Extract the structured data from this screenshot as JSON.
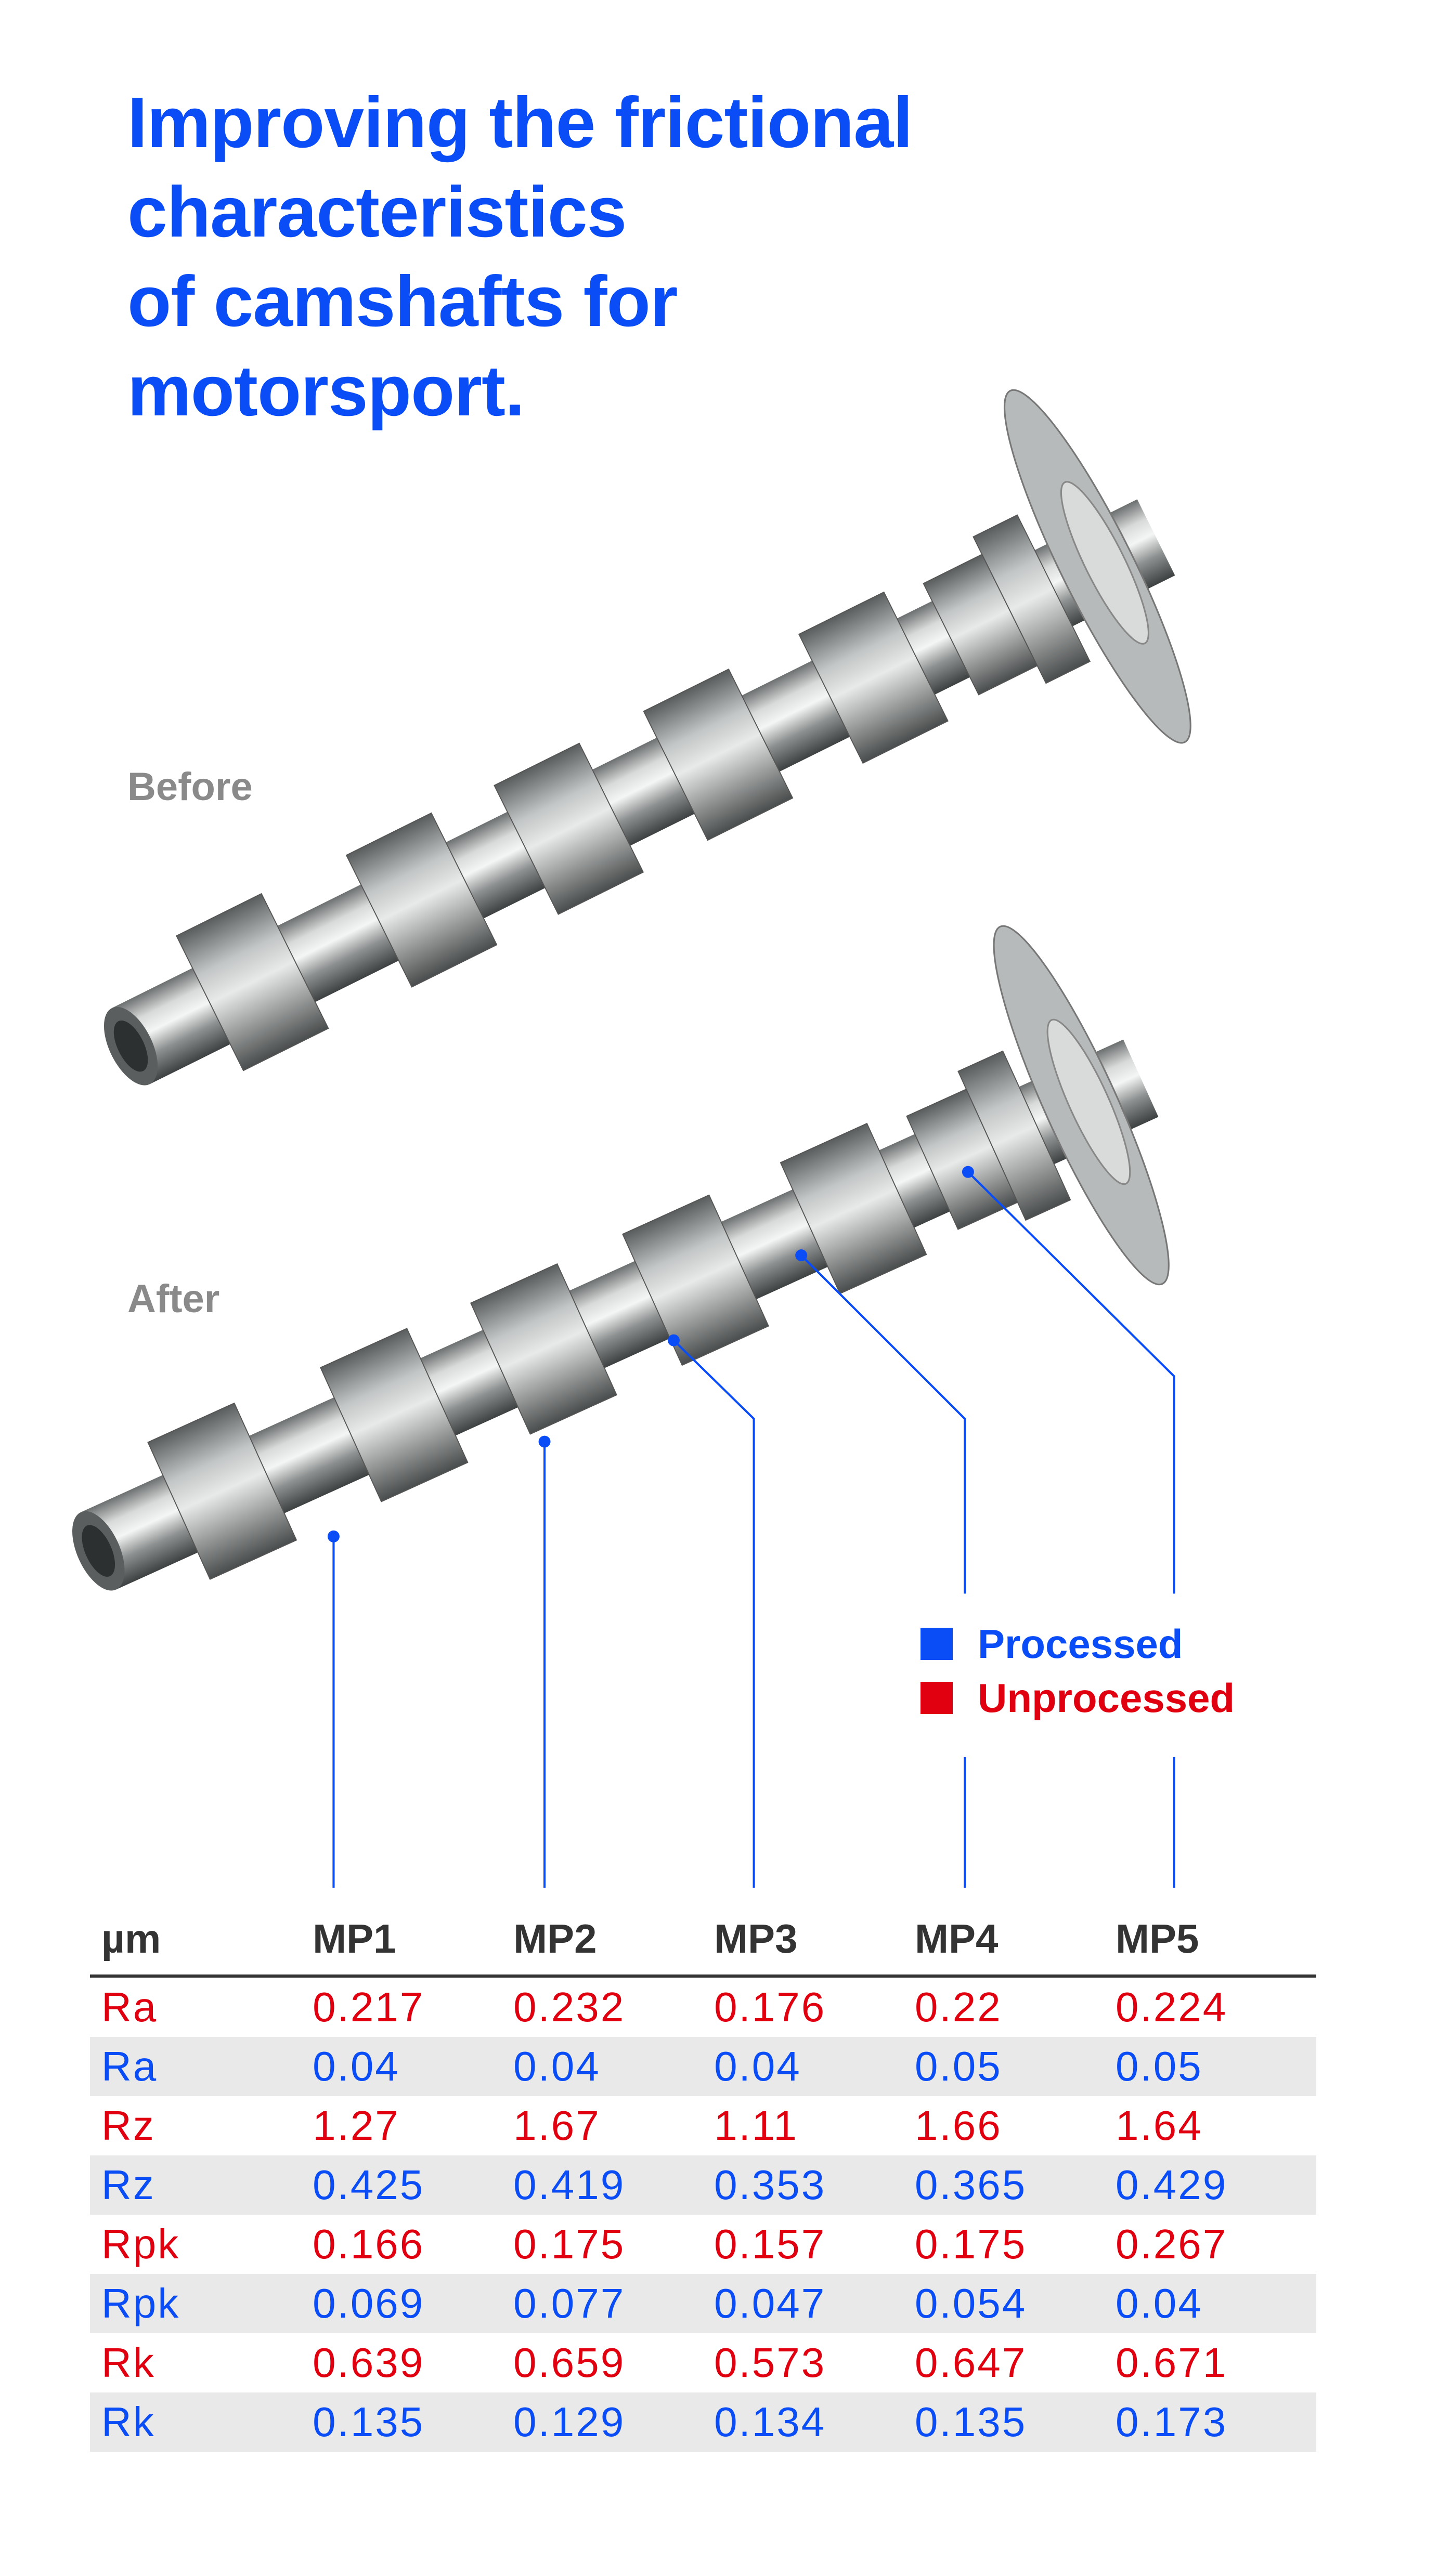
{
  "title_lines": [
    "Improving the frictional",
    "characteristics",
    "of camshafts for",
    "motorsport."
  ],
  "labels": {
    "before": "Before",
    "after": "After"
  },
  "legend": [
    {
      "label": "Processed",
      "color": "#0a4cf5"
    },
    {
      "label": "Unprocessed",
      "color": "#e0000f"
    }
  ],
  "colors": {
    "accent": "#0a4cf5",
    "unprocessed": "#e0000f",
    "processed": "#0a4cf5"
  },
  "table": {
    "header": [
      "µm",
      "MP1",
      "MP2",
      "MP3",
      "MP4",
      "MP5"
    ],
    "rows": [
      {
        "type": "unprocessed",
        "label": "Ra",
        "values": [
          "0.217",
          "0.232",
          "0.176",
          "0.22",
          "0.224"
        ]
      },
      {
        "type": "processed",
        "label": "Ra",
        "values": [
          "0.04",
          "0.04",
          "0.04",
          "0.05",
          "0.05"
        ]
      },
      {
        "type": "unprocessed",
        "label": "Rz",
        "values": [
          "1.27",
          "1.67",
          "1.11",
          "1.66",
          "1.64"
        ]
      },
      {
        "type": "processed",
        "label": "Rz",
        "values": [
          "0.425",
          "0.419",
          "0.353",
          "0.365",
          "0.429"
        ]
      },
      {
        "type": "unprocessed",
        "label": "Rpk",
        "values": [
          "0.166",
          "0.175",
          "0.157",
          "0.175",
          "0.267"
        ]
      },
      {
        "type": "processed",
        "label": "Rpk",
        "values": [
          "0.069",
          "0.077",
          "0.047",
          "0.054",
          "0.04"
        ]
      },
      {
        "type": "unprocessed",
        "label": "Rk",
        "values": [
          "0.639",
          "0.659",
          "0.573",
          "0.647",
          "0.671"
        ]
      },
      {
        "type": "processed",
        "label": "Rk",
        "values": [
          "0.135",
          "0.129",
          "0.134",
          "0.135",
          "0.173"
        ]
      }
    ]
  }
}
